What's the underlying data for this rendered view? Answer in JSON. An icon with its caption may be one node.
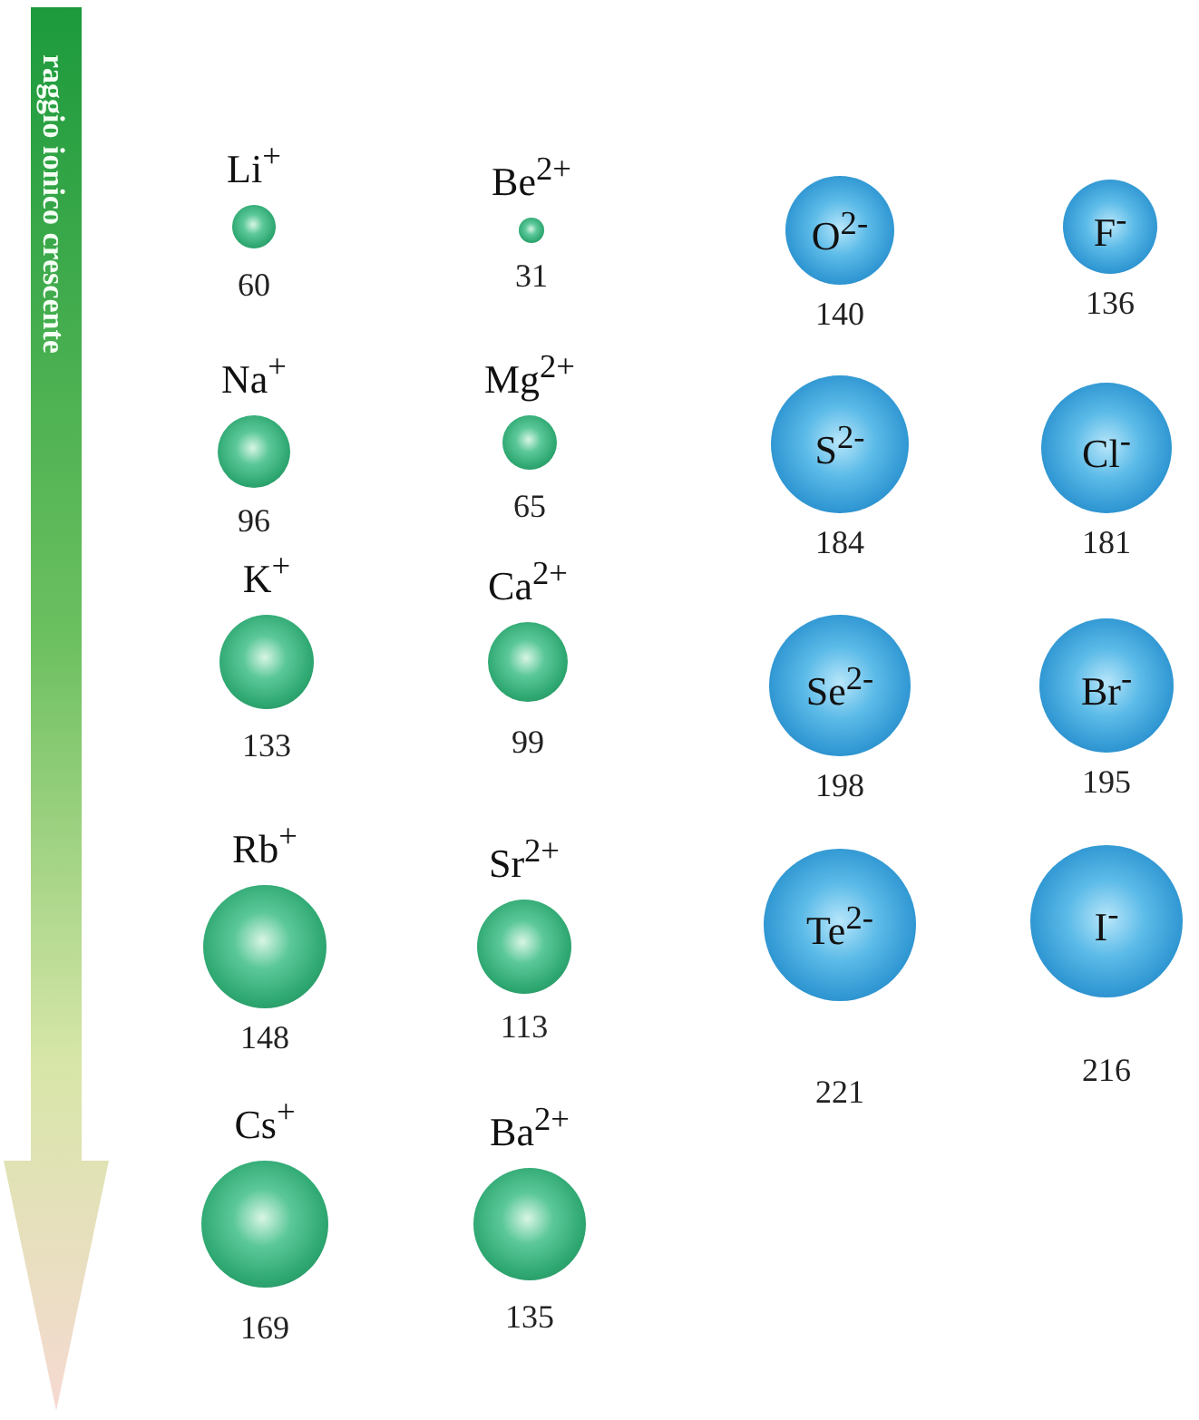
{
  "diagram": {
    "nodes": [
      {
        "text": [
          "Li$^{+}$"
        ],
        "beside": [
          "60"
        ]
      },
      {
        "text": [
          "Be$^{2+}$"
        ],
        "beside": [
          "31"
        ]
      },
      {
        "text": [
          "O$^{2-}$"
        ],
        "beside": [
          "140"
        ]
      },
      {
        "text": [
          "F$^{-}$"
        ],
        "beside": [
          "136"
        ]
      },
      {
        "text": [
          "Na$^{+}$"
        ],
        "beside": [
          "96"
        ]
      },
      {
        "text": [
          "Mg$^{2+}$"
        ],
        "beside": [
          "65"
        ]
      },
      {
        "text": [
          "S$^{2-}$"
        ],
        "beside": [
          "184"
        ]
      },
      {
        "text": [
          "Cl$^{-}$"
        ],
        "beside": [
          "181"
        ]
      },
      {
        "text": [
          "K$^{+}$"
        ],
        "beside": [
          "133"
        ]
      },
      {
        "text": [
          "Ca$^{2+}$"
        ],
        "beside": [
          "99"
        ]
      },
      {
        "text": [
          "Se$^{2-}$"
        ],
        "beside": [
          "198"
        ]
      },
      {
        "text": [
          "Br$^{-}$"
        ],
        "beside": [
          "195"
        ]
      },
      {
        "text": [
          "Rb$^{+}$"
        ],
        "beside": [
          "148"
        ]
      },
      {
        "text": [
          "Sr$^{2+}$"
        ],
        "beside": [
          "113"
        ]
      },
      {
        "text": [
          "Te$^{2-}$"
        ],
        "beside": [
          "221"
        ]
      },
      {
        "text": [
          "I$^{-}$"
        ],
        "beside": [
          "216"
        ]
      },
      {
        "text": [
          "Cs$^{+}$"
        ],
        "beside": [
          "169"
        ]
      },
      {
        "text": [
          "Ba$^{2+}$"
        ],
        "beside": [
          "135"
        ]
      }
    ],
    "labels": [
      "raggio ionico crescente"
    ]
  }
}
